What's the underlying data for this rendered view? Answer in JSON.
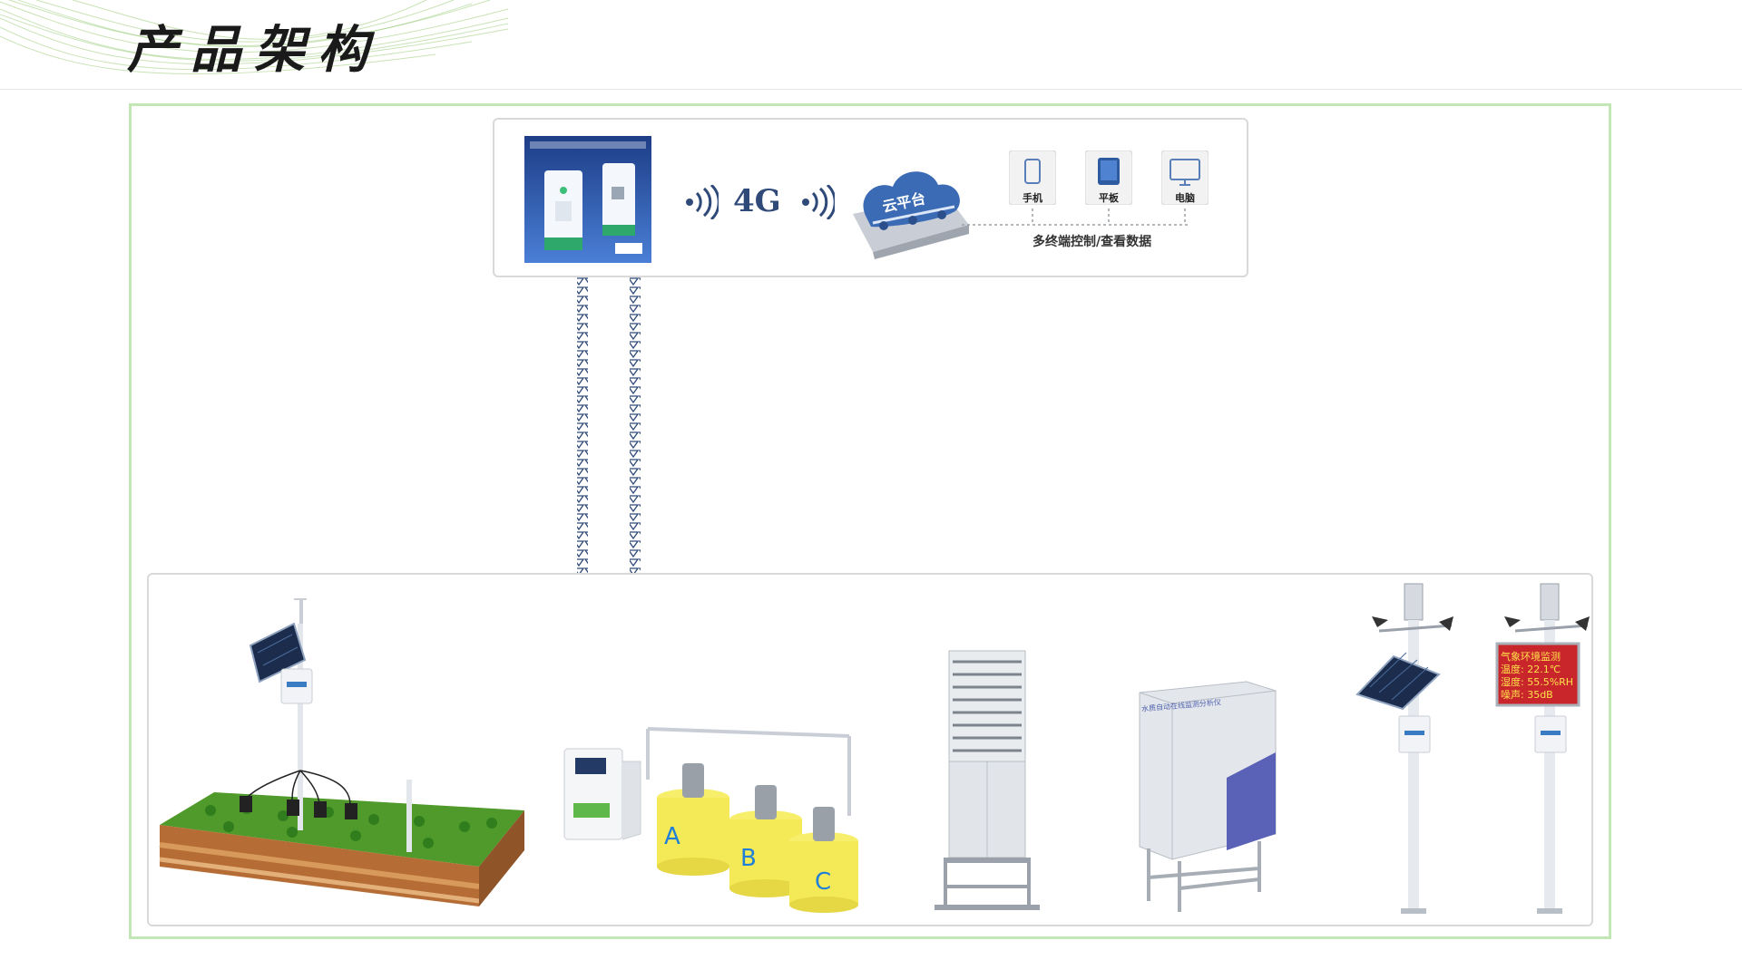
{
  "title": "产品架构",
  "link": {
    "network": "4G",
    "cloud_label": "云平台",
    "caption": "多终端控制/查看数据"
  },
  "terminals": [
    {
      "label": "手机",
      "icon": "phone-icon"
    },
    {
      "label": "平板",
      "icon": "tablet-icon"
    },
    {
      "label": "电脑",
      "icon": "monitor-icon"
    }
  ],
  "devices": {
    "tank_labels": [
      "A",
      "B",
      "C"
    ],
    "display_lines": [
      "气象环境监测",
      "温度: 22.1℃",
      "湿度: 55.5%RH",
      "噪声: 35dB"
    ],
    "cabinet_label": "水质自动在线监测分析仪"
  },
  "colors": {
    "frame_green": "#c3e6b5",
    "accent_blue": "#2f4a78",
    "tank_yellow": "#f4ea57",
    "tank_text": "#1f7fd8",
    "soil_brown": "#b36b34",
    "display_red": "#c9262c"
  }
}
